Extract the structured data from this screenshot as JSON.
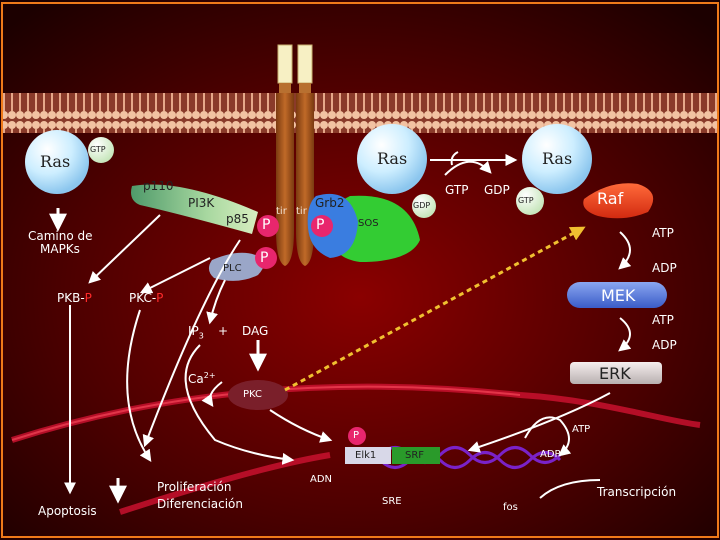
{
  "labels": {
    "ras_left": "Ras",
    "gtp_left": "GTP",
    "p110": "p110",
    "pi3k": "PI3K",
    "p85": "p85",
    "p_badge": "P",
    "tir1": "tir",
    "tir2": "tir",
    "grb2": "Grb2",
    "sos": "SOS",
    "gdp_small": "GDP",
    "plc": "PLC",
    "ras_center": "Ras",
    "ras_right": "Ras",
    "gtp_mid": "GTP",
    "gdp_mid": "GDP",
    "gtp_raf": "GTP",
    "raf": "Raf",
    "atp_raf": "ATP",
    "adp_raf": "ADP",
    "mek": "MEK",
    "atp_mek": "ATP",
    "adp_mek": "ADP",
    "erk": "ERK",
    "camino": "Camino de",
    "mapks": "MAPKs",
    "pkb": "PKB-",
    "pkc": "PKC-",
    "p_suffix": "P",
    "ip3": "IP",
    "ip3_sub": "3",
    "plus": "+",
    "dag": "DAG",
    "ca": "Ca",
    "ca_sup": "2+",
    "pkc_oval": "PKC",
    "elk1": "Elk1",
    "srf": "SRF",
    "p_elk": "P",
    "atp_bottom": "ATP",
    "adp_bottom": "ADP",
    "adn": "ADN",
    "sre": "SRE",
    "fos": "fos",
    "transcripcion": "Transcripción",
    "apoptosis": "Apoptosis",
    "proliferacion": "Proliferación",
    "diferenciacion": "Diferenciación"
  },
  "colors": {
    "background_center": "#8a0000",
    "background_edge": "#200000",
    "frame": "#f07a1a",
    "membrane": "#e8b08f",
    "receptor": "#a85a1e",
    "receptor_cap": "#f7f0c4",
    "ras_sphere": "#bfe6ff",
    "gtp_ball": "#e8f5e0",
    "pi3k": "#9acda0",
    "phospho_p": "#e8266d",
    "grb2": "#3a7de0",
    "sos": "#33cc33",
    "raf": "#e8401c",
    "mek_erk": "#5a7bd8",
    "dashed_arrow": "#f0c030",
    "dna": "#7a22c8",
    "pkc": "#7a1f2a"
  }
}
